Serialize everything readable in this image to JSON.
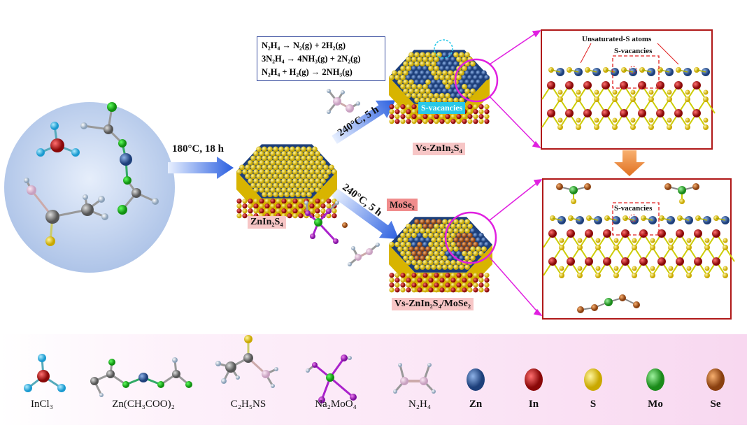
{
  "synthesis_step1": {
    "condition": "180°C, 18 h",
    "product": "ZnIn₂S₄"
  },
  "equations": [
    "N₂H₄ → N₂(g) + 2H₂(g)",
    "3N₂H₄ → 4NH₃(g) + 2N₂(g)",
    "N₂H₄ + H₂(g) → 2NH₃(g)"
  ],
  "upper_branch": {
    "condition": "240°C, 5 h",
    "tag": "S-vacancies",
    "product": "Vs-ZnIn₂S₄"
  },
  "lower_branch": {
    "condition": "240°C, 5 h",
    "tag": "MoSe₂",
    "product": "Vs-ZnIn₂S₄/MoSe₂"
  },
  "detail_top": {
    "label_unsat": "Unsaturated-S atoms",
    "label_vac": "S-vacancies"
  },
  "detail_bottom": {
    "label_vac": "S-vacancies"
  },
  "legend": [
    {
      "label": "InCl₃",
      "bold": false
    },
    {
      "label": "Zn(CH₃COO)₂",
      "bold": false
    },
    {
      "label": "C₂H₅NS",
      "bold": false
    },
    {
      "label": "Na₂MoO₄",
      "bold": false
    },
    {
      "label": "N₂H₄",
      "bold": false
    },
    {
      "label": "Zn",
      "bold": true,
      "color": "#3d6fb8"
    },
    {
      "label": "In",
      "bold": true,
      "color": "#c41010"
    },
    {
      "label": "S",
      "bold": true,
      "color": "#f2d000"
    },
    {
      "label": "Mo",
      "bold": true,
      "color": "#2fb52f"
    },
    {
      "label": "Se",
      "bold": true,
      "color": "#c8661a"
    }
  ],
  "colors": {
    "zn": "#1d3f7a",
    "s": "#e8c800",
    "in": "#a81010",
    "mose2": "#f07020",
    "magenta": "#e020e0",
    "frame": "#b01818"
  }
}
